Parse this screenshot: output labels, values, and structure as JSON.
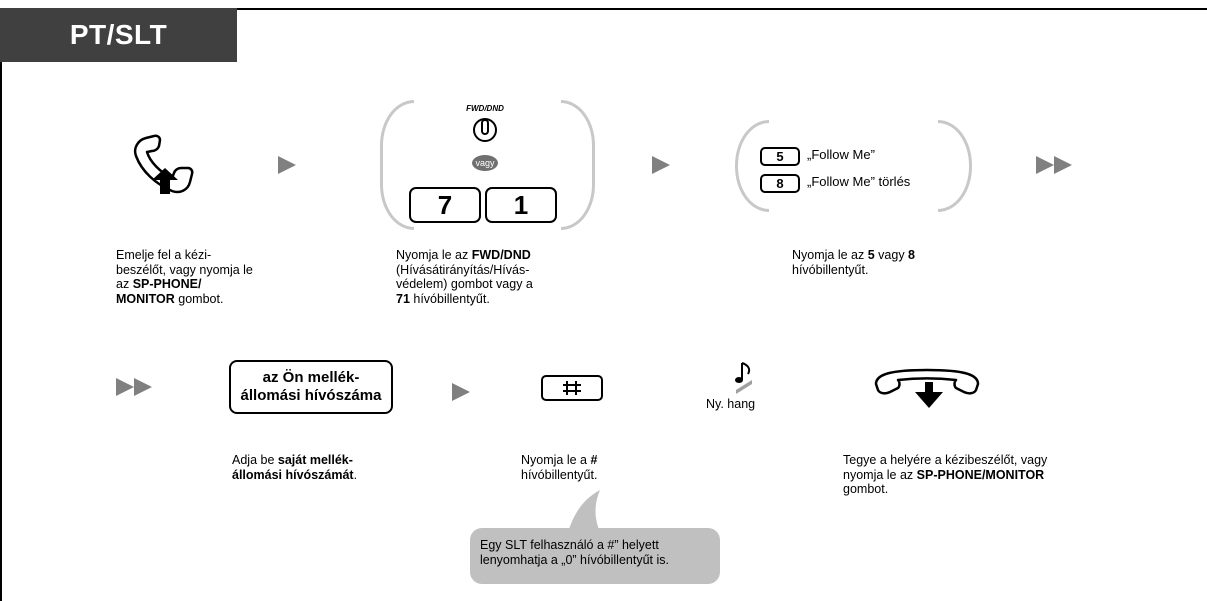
{
  "tab": {
    "title": "PT/SLT"
  },
  "step1": {
    "caption_l1": "Emelje fel a kézi-",
    "caption_l2": "beszélőt, vagy nyomja le",
    "caption_l3_pre": "az ",
    "caption_l3_bold": "SP-PHONE/",
    "caption_l4_bold": "MONITOR",
    "caption_l4_post": " gombot."
  },
  "step2": {
    "button_label": "FWD/DND",
    "or_label": "vagy",
    "key1": "7",
    "key2": "1",
    "caption_l1_pre": "Nyomja le az ",
    "caption_l1_bold": "FWD/DND",
    "caption_l2": "(Hívásátirányítás/Hívás-",
    "caption_l3": "védelem) gombot vagy a",
    "caption_l4_bold": "71",
    "caption_l4_post": " hívóbillentyűt."
  },
  "step3": {
    "options": [
      {
        "key": "5",
        "label": "„Follow Me”"
      },
      {
        "key": "8",
        "label": "„Follow Me” törlés"
      }
    ],
    "caption_l1_pre": "Nyomja le az ",
    "caption_l1_bold1": "5",
    "caption_l1_mid": " vagy ",
    "caption_l1_bold2": "8",
    "caption_l2": "hívóbillentyűt."
  },
  "step4": {
    "box_l1": "az Ön mellék-",
    "box_l2": "állomási hívószáma",
    "caption_l1_pre": "Adja be ",
    "caption_l1_bold": "saját mellék-",
    "caption_l2_bold": "állomási hívószámát",
    "caption_l2_post": "."
  },
  "step5": {
    "caption_l1_pre": "Nyomja le a ",
    "caption_l1_bold": "#",
    "caption_l2": "hívóbillentyűt.",
    "bubble_l1": "Egy SLT felhasználó a #” helyett",
    "bubble_l2": "lenyomhatja a „0” hívóbillentyűt is."
  },
  "step6": {
    "tone_label": "Ny. hang"
  },
  "step7": {
    "caption_l1": "Tegye a helyére a kézibeszélőt, vagy",
    "caption_l2_pre": "nyomja le az ",
    "caption_l2_bold": "SP-PHONE/MONITOR",
    "caption_l3": "gombot."
  }
}
